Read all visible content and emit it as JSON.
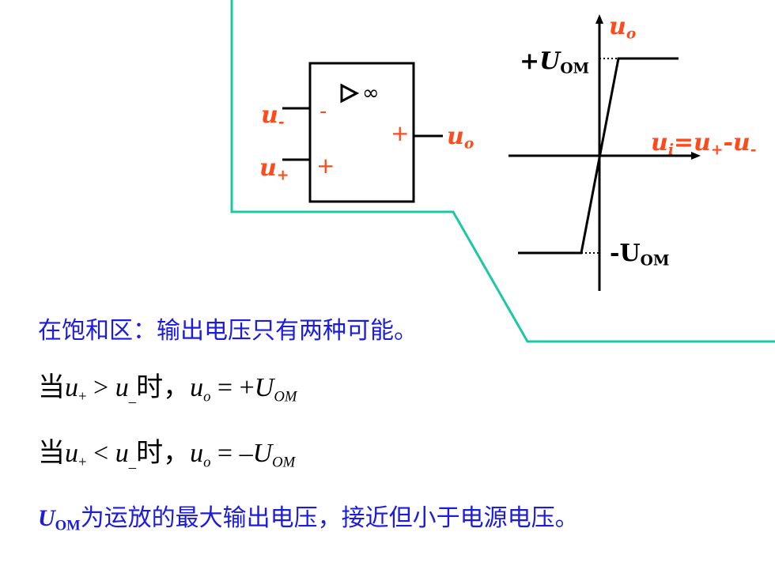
{
  "opamp": {
    "infinity": "∞",
    "minus_sign": "-",
    "plus_sign": "+",
    "output_sign": "+",
    "input_minus_label": "u",
    "input_minus_sub": "-",
    "input_plus_label": "u",
    "input_plus_sub": "+",
    "output_label": "u",
    "output_sub": "o"
  },
  "graph": {
    "y_axis_label": "u",
    "y_axis_sub": "o",
    "x_axis_label_u": "u",
    "x_axis_label_i": "i",
    "x_axis_label_eq": "=u",
    "x_axis_label_plus": "+",
    "x_axis_label_minus": "-u",
    "x_axis_label_minus_sub": "-",
    "pos_sat_prefix": "+U",
    "pos_sat_sub": "OM",
    "neg_sat_prefix": "-U",
    "neg_sat_sub": "OM"
  },
  "text": {
    "saturation_title": "在饱和区：输出电压只有两种可能。",
    "cond1_prefix": "当",
    "cond1_u_plus": "u",
    "cond1_plus_sub": "+",
    "cond1_op": " > ",
    "cond1_u_minus": "u",
    "cond1_minus_sub": "_",
    "cond1_when": "时，",
    "cond1_uo": "u",
    "cond1_uo_sub": "o",
    "cond1_eq": " = +",
    "cond1_U": "U",
    "cond1_U_sub": "OM",
    "cond2_prefix": "当",
    "cond2_u_plus": "u",
    "cond2_plus_sub": "+",
    "cond2_op": " < ",
    "cond2_u_minus": "u",
    "cond2_minus_sub": "_",
    "cond2_when": "时，",
    "cond2_uo": "u",
    "cond2_uo_sub": "o",
    "cond2_eq": " = –",
    "cond2_U": "U",
    "cond2_U_sub": "OM",
    "note_U": "U",
    "note_sub": "OM",
    "note_rest": "为运放的最大输出电压，接近但小于电源电压。"
  },
  "colors": {
    "accent_teal": "#1cc7a4",
    "label_orange": "#ff4a1c",
    "text_blue": "#1c1ce0"
  }
}
